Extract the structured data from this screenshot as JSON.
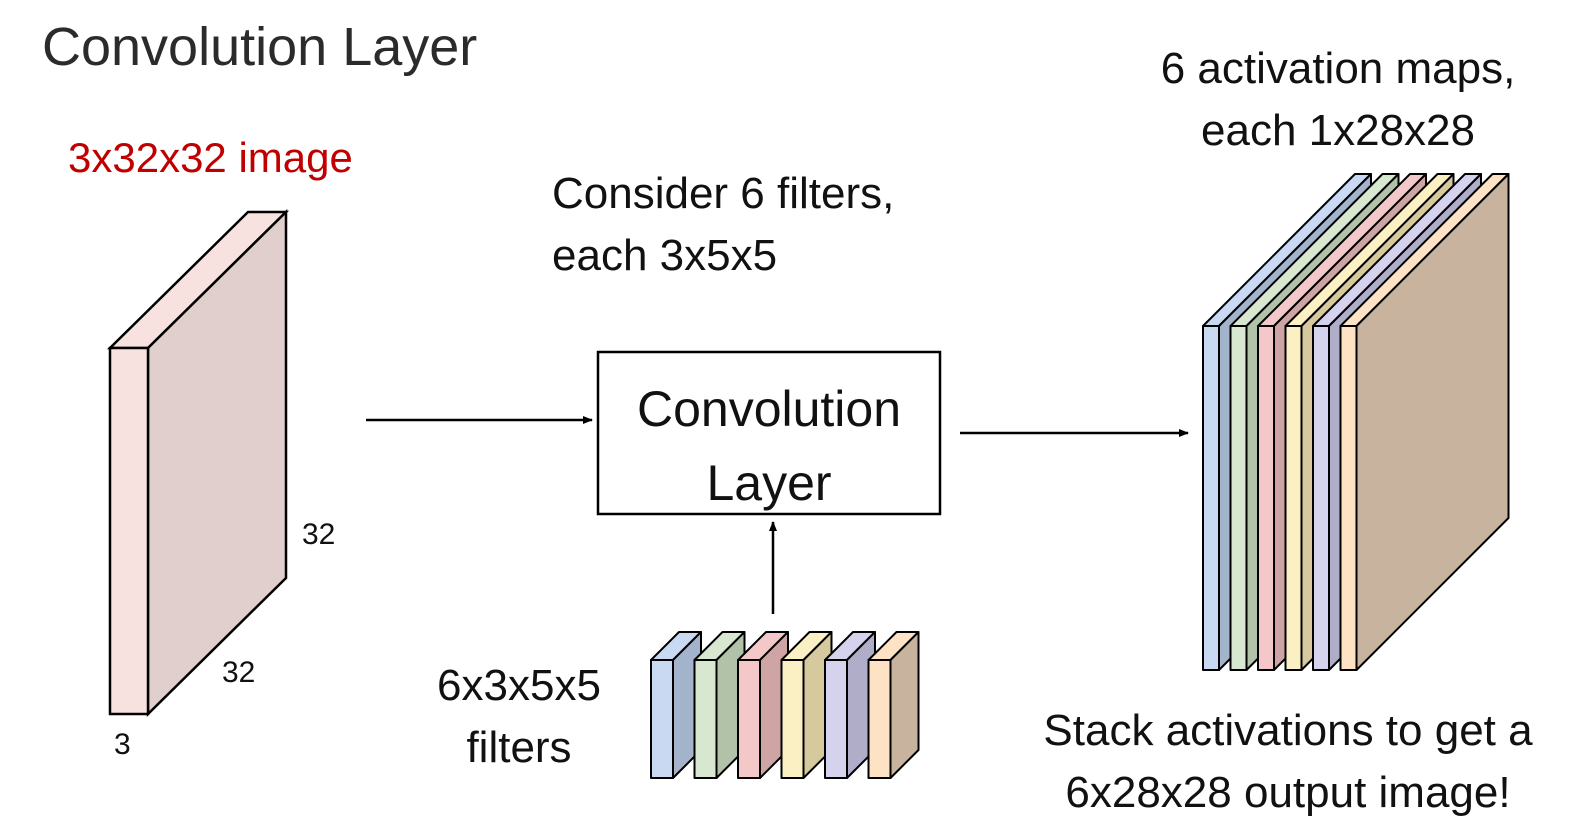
{
  "title": "Convolution Layer",
  "input": {
    "label": "3x32x32 image",
    "label_color": "#c00000",
    "dim_height": "32",
    "dim_width": "32",
    "dim_channels": "3",
    "front_color": "#f8e2e0",
    "side_color": "#e0cfcd"
  },
  "filters_description": {
    "line1": "Consider 6 filters,",
    "line2": "each 3x5x5"
  },
  "conv_box": {
    "line1": "Convolution",
    "line2": "Layer"
  },
  "filter_stack": {
    "line1": "6x3x5x5",
    "line2": "filters",
    "count": 6
  },
  "activations": {
    "line1": "6 activation maps,",
    "line2": "each 1x28x28",
    "count": 6
  },
  "output": {
    "line1": "Stack activations to get a",
    "line2": "6x28x28 output image!"
  },
  "colors": {
    "stroke": "#000000",
    "arrow": "#000000",
    "palette": [
      {
        "front": "#c9d9f2",
        "side": "#a4b3cc"
      },
      {
        "front": "#d8e8d0",
        "side": "#b2c2a8"
      },
      {
        "front": "#f4c8c8",
        "side": "#cfa4a4"
      },
      {
        "front": "#fbf0c4",
        "side": "#d5c99d"
      },
      {
        "front": "#d4d2ec",
        "side": "#afadc8"
      },
      {
        "front": "#fde2c4",
        "side": "#c8b49e"
      }
    ]
  }
}
